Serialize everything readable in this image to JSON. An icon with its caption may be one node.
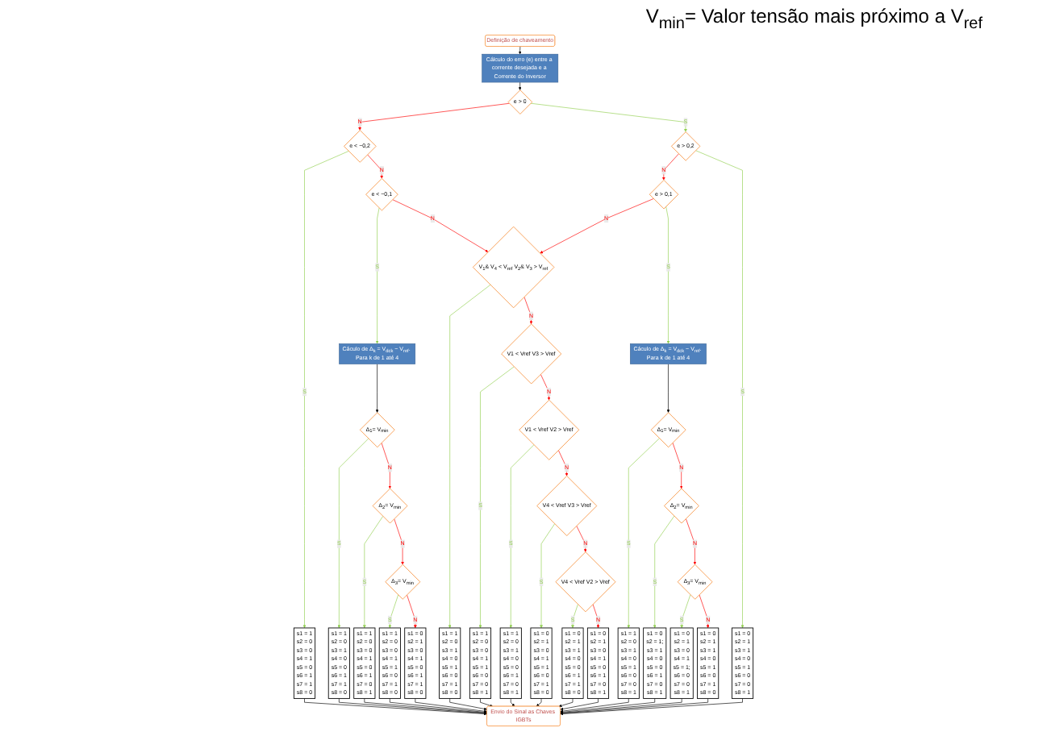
{
  "diagram": {
    "nodes": [
      {
        "text": [
          "Definição de chaveamento"
        ]
      },
      {
        "text": [
          "Cálculo do erro (e) entre a corrente desejada e a Corrente do Inversor"
        ]
      },
      {
        "text": [
          "e > 0"
        ]
      },
      {
        "text": [
          "e < −0,2"
        ]
      },
      {
        "text": [
          "e > 0,2"
        ]
      },
      {
        "text": [
          "s1 = 1",
          "s2 = 0",
          "s3 = 0",
          "s4 = 1",
          "s5 = 0",
          "s6 = 1",
          "s7 = 1",
          "s8 = 0"
        ]
      },
      {
        "text": [
          "s1 = 0",
          "s2 = 1",
          "s3 = 1",
          "s4 = 0",
          "s5 = 1",
          "s6 = 0",
          "s7 = 0",
          "s8 = 1"
        ]
      },
      {
        "text": [
          "e < −0,1"
        ]
      },
      {
        "text": [
          "e > 0,1"
        ]
      },
      {
        "text": [
          "Cáculo de Δ$_{k}$ = V$_{dck}$ − V$_{ref}$. Para k de 1 até 4"
        ]
      },
      {
        "text": [
          "Cáculo de Δ$_{k}$ = V$_{dck}$ − V$_{ref}$. Para k de 1 até 4"
        ]
      },
      {
        "text": [
          "V$_{1}$& V$_{4}$ < V$_{ref}$ V$_{2}$& V$_{3}$ > V$_{ref}$"
        ]
      },
      {
        "text": [
          "Δ$_{1}$= V$_{min}$"
        ]
      },
      {
        "text": [
          "s1 = 1",
          "s2 = 0",
          "s3 = 1",
          "s4 = 0",
          "s5 = 0",
          "s6 = 1",
          "s7 = 1",
          "s8 = 0"
        ]
      },
      {
        "text": [
          "Δ$_{2}$= V$_{min}$"
        ]
      },
      {
        "text": [
          "s1 = 1",
          "s2 = 0",
          "s3 = 0",
          "s4 = 1",
          "s5 = 0",
          "s6 = 1",
          "s7 = 0",
          "s8 = 1"
        ]
      },
      {
        "text": [
          "Δ$_{3}$= V$_{min}$"
        ]
      },
      {
        "text": [
          "s1 = 1",
          "s2 = 0",
          "s3 = 0",
          "s4 = 1",
          "s5 = 1",
          "s6 = 0",
          "s7 = 1",
          "s8 = 0"
        ]
      },
      {
        "text": [
          "s1 = 0",
          "s2 = 1",
          "s3 = 0",
          "s4 = 1",
          "s5 = 0",
          "s6 = 1",
          "s7 = 1",
          "s8 = 0"
        ]
      },
      {
        "text": [
          "s1 = 1",
          "s2 = 0",
          "s3 = 1",
          "s4 = 0",
          "s5 = 1",
          "s6 = 0",
          "s7 = 1",
          "s8 = 0"
        ]
      },
      {
        "text": [
          "V1 < Vref V3 > Vref"
        ]
      },
      {
        "text": [
          "s1 = 1",
          "s2 = 0",
          "s3 = 0",
          "s4 = 1",
          "s5 = 1",
          "s6 = 0",
          "s7 = 0",
          "s8 = 1"
        ]
      },
      {
        "text": [
          "V1 < Vref V2 > Vref"
        ]
      },
      {
        "text": [
          "s1 = 1",
          "s2 = 0",
          "s3 = 1",
          "s4 = 0",
          "s5 = 0",
          "s6 = 1",
          "s7 = 0",
          "s8 = 1"
        ]
      },
      {
        "text": [
          "V4 < Vref V3 > Vref"
        ]
      },
      {
        "text": [
          "s1 = 0",
          "s2 = 1",
          "s3 = 0",
          "s4 = 1",
          "s5 = 1",
          "s6 = 0",
          "s7 = 1",
          "s8 = 0"
        ]
      },
      {
        "text": [
          "V4 < Vref V2 > Vref"
        ]
      },
      {
        "text": [
          "s1 = 0",
          "s2 = 1",
          "s3 = 1",
          "s4 = 0",
          "s5 = 0",
          "s6 = 1",
          "s7 = 1",
          "s8 = 0"
        ]
      },
      {
        "text": [
          "s1 = 0",
          "s2 = 1",
          "s3 = 0",
          "s4 = 1",
          "s5 = 0",
          "s6 = 1",
          "s7 = 0",
          "s8 = 1"
        ]
      },
      {
        "text": [
          "Δ$_{1}$= V$_{min}$"
        ]
      },
      {
        "text": [
          "s1 = 1",
          "s2 = 0",
          "s3 = 1",
          "s4 = 0",
          "s5 = 1",
          "s6 = 0",
          "s7 = 0",
          "s8 = 1"
        ]
      },
      {
        "text": [
          "Δ$_{2}$= V$_{min}$"
        ]
      },
      {
        "text": [
          "s1 = 0",
          "s2 = 1;",
          "s3 = 1",
          "s4 = 0",
          "s5 = 0",
          "s6 = 1",
          "s7 = 0",
          "s8 = 1"
        ]
      },
      {
        "text": [
          "Δ$_{3}$= V$_{min}$"
        ]
      },
      {
        "text": [
          "s1 = 0",
          "s2 = 1",
          "s3 = 0",
          "s4 = 1",
          "s5 = 1;",
          "s6 = 0",
          "s7 = 0",
          "s8 = 1"
        ]
      },
      {
        "text": [
          "s1 = 0",
          "s2 = 1",
          "s3 = 1",
          "s4 = 0",
          "s5 = 1",
          "s6 = 0",
          "s7 = 1",
          "s8 = 0"
        ]
      },
      {
        "text": [
          "Envio do Sinal as Chaves IGBTs"
        ]
      }
    ],
    "edges": [
      {
        "from": 0,
        "to": 1,
        "arrow": "to"
      },
      {
        "from": 1,
        "to": 2,
        "arrow": "to"
      },
      {
        "from": 2,
        "to": 3,
        "arrow": "to",
        "label": "N",
        "color": "#ff0000"
      },
      {
        "from": 2,
        "to": 4,
        "arrow": "to",
        "label": "S",
        "color": "#92d050"
      },
      {
        "from": 3,
        "to": 5,
        "arrow": "to",
        "label": "S",
        "color": "#92d050"
      },
      {
        "from": 3,
        "to": 7,
        "arrow": "to",
        "label": "N",
        "color": "#ff0000"
      },
      {
        "from": 4,
        "to": 6,
        "arrow": "to",
        "label": "S",
        "color": "#92d050"
      },
      {
        "from": 4,
        "to": 8,
        "arrow": "to",
        "label": "N",
        "color": "#ff0000"
      },
      {
        "from": 7,
        "to": 9,
        "arrow": "to",
        "label": "S",
        "color": "#92d050"
      },
      {
        "from": 7,
        "to": 11,
        "arrow": "to",
        "label": "N",
        "color": "#ff0000"
      },
      {
        "from": 8,
        "to": 10,
        "arrow": "to",
        "label": "S",
        "color": "#92d050"
      },
      {
        "from": 8,
        "to": 11,
        "arrow": "to",
        "label": "N",
        "color": "#ff0000"
      },
      {
        "from": 9,
        "to": 12,
        "arrow": "to"
      },
      {
        "from": 12,
        "to": 13,
        "arrow": "to",
        "label": "S",
        "color": "#92d050"
      },
      {
        "from": 12,
        "to": 14,
        "arrow": "to",
        "label": "N",
        "color": "#ff0000"
      },
      {
        "from": 14,
        "to": 15,
        "arrow": "to",
        "label": "S",
        "color": "#92d050"
      },
      {
        "from": 14,
        "to": 16,
        "arrow": "to",
        "label": "N",
        "color": "#ff0000"
      },
      {
        "from": 16,
        "to": 17,
        "arrow": "to",
        "label": "S",
        "color": "#92d050"
      },
      {
        "from": 16,
        "to": 18,
        "arrow": "to",
        "label": "N",
        "color": "#ff0000"
      },
      {
        "from": 11,
        "to": 19,
        "arrow": "to",
        "color": "#92d050"
      },
      {
        "from": 11,
        "to": 20,
        "arrow": "to",
        "label": "N",
        "color": "#ff0000"
      },
      {
        "from": 20,
        "to": 21,
        "arrow": "to",
        "label": "S",
        "color": "#92d050"
      },
      {
        "from": 20,
        "to": 22,
        "arrow": "to",
        "label": "N",
        "color": "#ff0000"
      },
      {
        "from": 22,
        "to": 23,
        "arrow": "to",
        "label": "S",
        "color": "#92d050"
      },
      {
        "from": 22,
        "to": 24,
        "arrow": "to",
        "label": "N",
        "color": "#ff0000"
      },
      {
        "from": 24,
        "to": 25,
        "arrow": "to",
        "label": "S",
        "color": "#92d050"
      },
      {
        "from": 24,
        "to": 26,
        "arrow": "to",
        "label": "N",
        "color": "#ff0000"
      },
      {
        "from": 26,
        "to": 27,
        "arrow": "to",
        "label": "S",
        "color": "#92d050"
      },
      {
        "from": 26,
        "to": 28,
        "arrow": "to",
        "label": "N",
        "color": "#ff0000"
      },
      {
        "from": 10,
        "to": 29,
        "arrow": "to"
      },
      {
        "from": 29,
        "to": 30,
        "arrow": "to",
        "label": "S",
        "color": "#92d050"
      },
      {
        "from": 29,
        "to": 31,
        "arrow": "to",
        "label": "N",
        "color": "#ff0000"
      },
      {
        "from": 31,
        "to": 32,
        "arrow": "to",
        "label": "S",
        "color": "#92d050"
      },
      {
        "from": 31,
        "to": 33,
        "arrow": "to",
        "label": "N",
        "color": "#ff0000"
      },
      {
        "from": 33,
        "to": 34,
        "arrow": "to",
        "label": "S",
        "color": "#92d050"
      },
      {
        "from": 33,
        "to": 35,
        "arrow": "to",
        "label": "N",
        "color": "#ff0000"
      },
      {
        "from": 5,
        "to": 36,
        "arrow": "to"
      },
      {
        "from": 13,
        "to": 36,
        "arrow": "to"
      },
      {
        "from": 15,
        "to": 36,
        "arrow": "to"
      },
      {
        "from": 17,
        "to": 36,
        "arrow": "to"
      },
      {
        "from": 18,
        "to": 36,
        "arrow": "to"
      },
      {
        "from": 19,
        "to": 36,
        "arrow": "to"
      },
      {
        "from": 21,
        "to": 36,
        "arrow": "to"
      },
      {
        "from": 23,
        "to": 36,
        "arrow": "to"
      },
      {
        "from": 25,
        "to": 36,
        "arrow": "to"
      },
      {
        "from": 27,
        "to": 36,
        "arrow": "to"
      },
      {
        "from": 28,
        "to": 36,
        "arrow": "to"
      },
      {
        "from": 30,
        "to": 36,
        "arrow": "to"
      },
      {
        "from": 32,
        "to": 36,
        "arrow": "to"
      },
      {
        "from": 34,
        "to": 36,
        "arrow": "to"
      },
      {
        "from": 35,
        "to": 36,
        "arrow": "to"
      },
      {
        "from": 6,
        "to": 36,
        "arrow": "to"
      }
    ],
    "labels": [
      "V$_{min}$= Valor tensão mais próximo a V$_{ref}$"
    ]
  }
}
